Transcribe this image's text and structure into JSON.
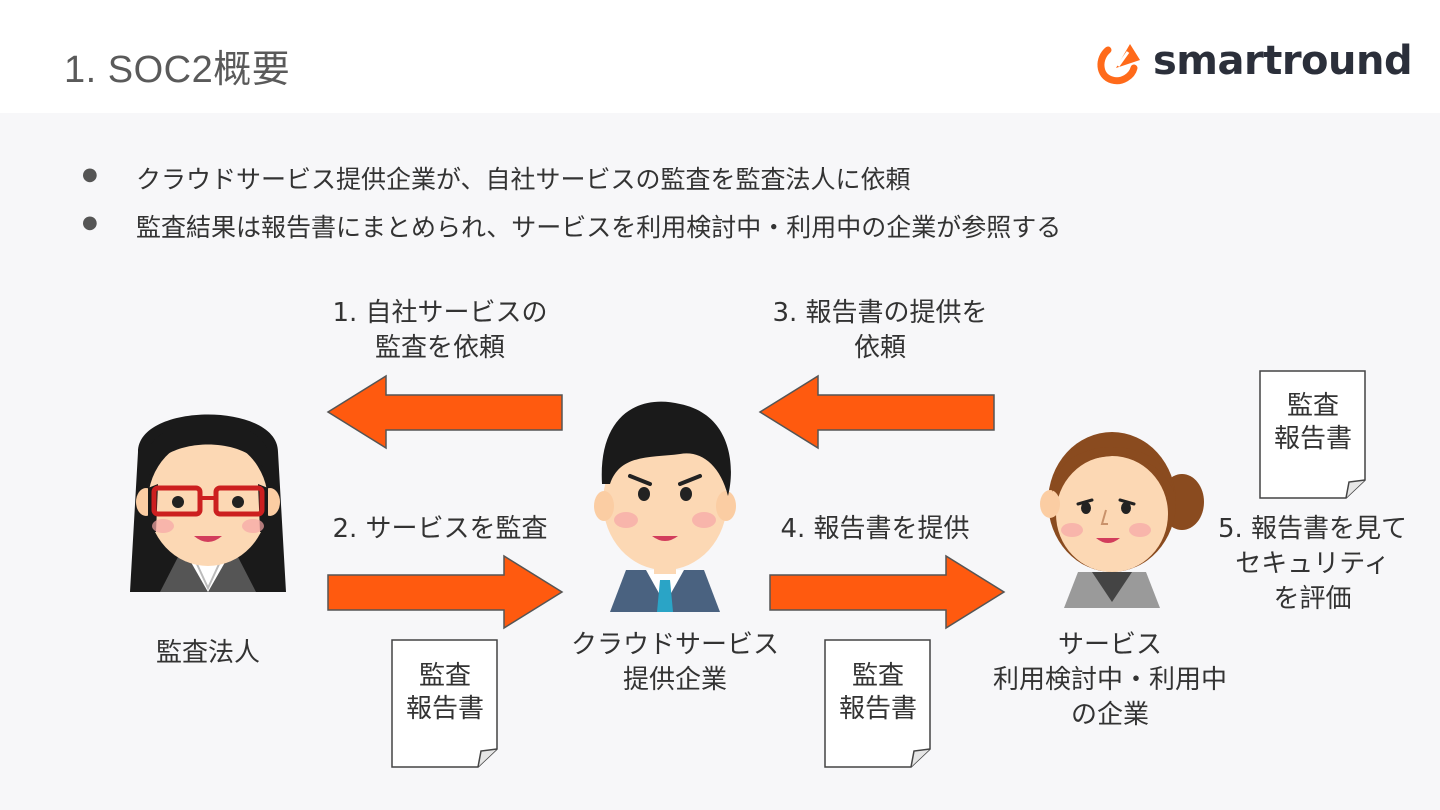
{
  "header": {
    "title": "1.  SOC2概要",
    "logo_text": "smartround"
  },
  "bullets": [
    {
      "marker": "●",
      "text": "クラウドサービス提供企業が、自社サービスの監査を監査法人に依頼"
    },
    {
      "marker": "●",
      "text": "監査結果は報告書にまとめられ、サービスを利用検討中・利用中の企業が参照する"
    }
  ],
  "diagram": {
    "steps": [
      {
        "lines": [
          "1.  自社サービスの",
          "監査を依頼"
        ]
      },
      {
        "lines": [
          "2.  サービスを監査"
        ]
      },
      {
        "lines": [
          "3.  報告書の提供を",
          "依頼"
        ]
      },
      {
        "lines": [
          "4.  報告書を提供"
        ]
      },
      {
        "lines": [
          "5. 報告書を見て",
          "セキュリティ",
          "を評価"
        ]
      }
    ],
    "actors": [
      {
        "lines": [
          "監査法人"
        ]
      },
      {
        "lines": [
          "クラウドサービス",
          "提供企業"
        ]
      },
      {
        "lines": [
          "サービス",
          "利用検討中・利用中",
          "の企業"
        ]
      }
    ],
    "document_label": [
      "監査",
      "報告書"
    ],
    "arrow_color": "#ff5a0f",
    "arrow_stroke": "#555555"
  }
}
